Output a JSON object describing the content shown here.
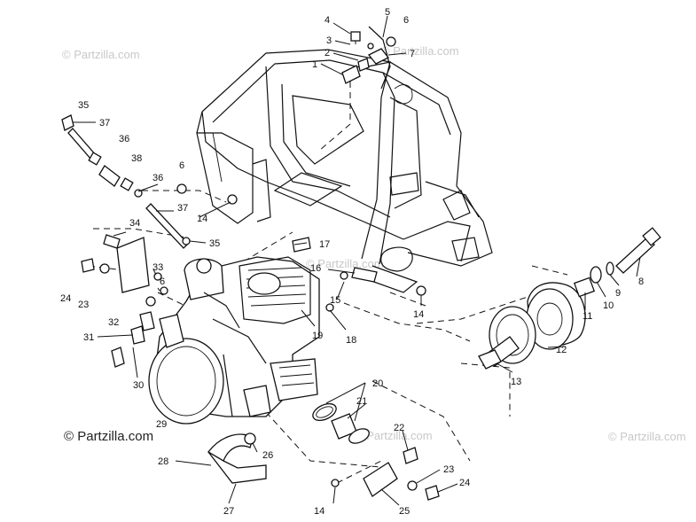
{
  "watermarks": {
    "top_left": "© Partzilla.com",
    "top_right": "© Partzilla.com",
    "middle": "© Partzilla.com",
    "right": "© Partzilla.com",
    "bottom_left": "© Partzilla.com"
  },
  "callouts": [
    {
      "id": "c4",
      "label": "4"
    },
    {
      "id": "c5",
      "label": "5"
    },
    {
      "id": "c6a",
      "label": "6"
    },
    {
      "id": "c3",
      "label": "3"
    },
    {
      "id": "c2",
      "label": "2"
    },
    {
      "id": "c7",
      "label": "7"
    },
    {
      "id": "c1",
      "label": "1"
    },
    {
      "id": "c35a",
      "label": "35"
    },
    {
      "id": "c37a",
      "label": "37"
    },
    {
      "id": "c36a",
      "label": "36"
    },
    {
      "id": "c38",
      "label": "38"
    },
    {
      "id": "c6b",
      "label": "6"
    },
    {
      "id": "c36b",
      "label": "36"
    },
    {
      "id": "c37b",
      "label": "37"
    },
    {
      "id": "c14a",
      "label": "14"
    },
    {
      "id": "c34",
      "label": "34"
    },
    {
      "id": "c35b",
      "label": "35"
    },
    {
      "id": "c17",
      "label": "17"
    },
    {
      "id": "c8",
      "label": "8"
    },
    {
      "id": "c16",
      "label": "16"
    },
    {
      "id": "c33",
      "label": "33"
    },
    {
      "id": "c6c",
      "label": "6"
    },
    {
      "id": "c24a",
      "label": "24"
    },
    {
      "id": "c23a",
      "label": "23"
    },
    {
      "id": "c32",
      "label": "32"
    },
    {
      "id": "c15",
      "label": "15"
    },
    {
      "id": "c9",
      "label": "9"
    },
    {
      "id": "c10",
      "label": "10"
    },
    {
      "id": "c11",
      "label": "11"
    },
    {
      "id": "c14b",
      "label": "14"
    },
    {
      "id": "c19",
      "label": "19"
    },
    {
      "id": "c18",
      "label": "18"
    },
    {
      "id": "c31",
      "label": "31"
    },
    {
      "id": "c12",
      "label": "12"
    },
    {
      "id": "c13",
      "label": "13"
    },
    {
      "id": "c30",
      "label": "30"
    },
    {
      "id": "c20",
      "label": "20"
    },
    {
      "id": "c21",
      "label": "21"
    },
    {
      "id": "c29",
      "label": "29"
    },
    {
      "id": "c22",
      "label": "22"
    },
    {
      "id": "c26",
      "label": "26"
    },
    {
      "id": "c28",
      "label": "28"
    },
    {
      "id": "c23b",
      "label": "23"
    },
    {
      "id": "c24b",
      "label": "24"
    },
    {
      "id": "c27",
      "label": "27"
    },
    {
      "id": "c14c",
      "label": "14"
    },
    {
      "id": "c25",
      "label": "25"
    }
  ]
}
